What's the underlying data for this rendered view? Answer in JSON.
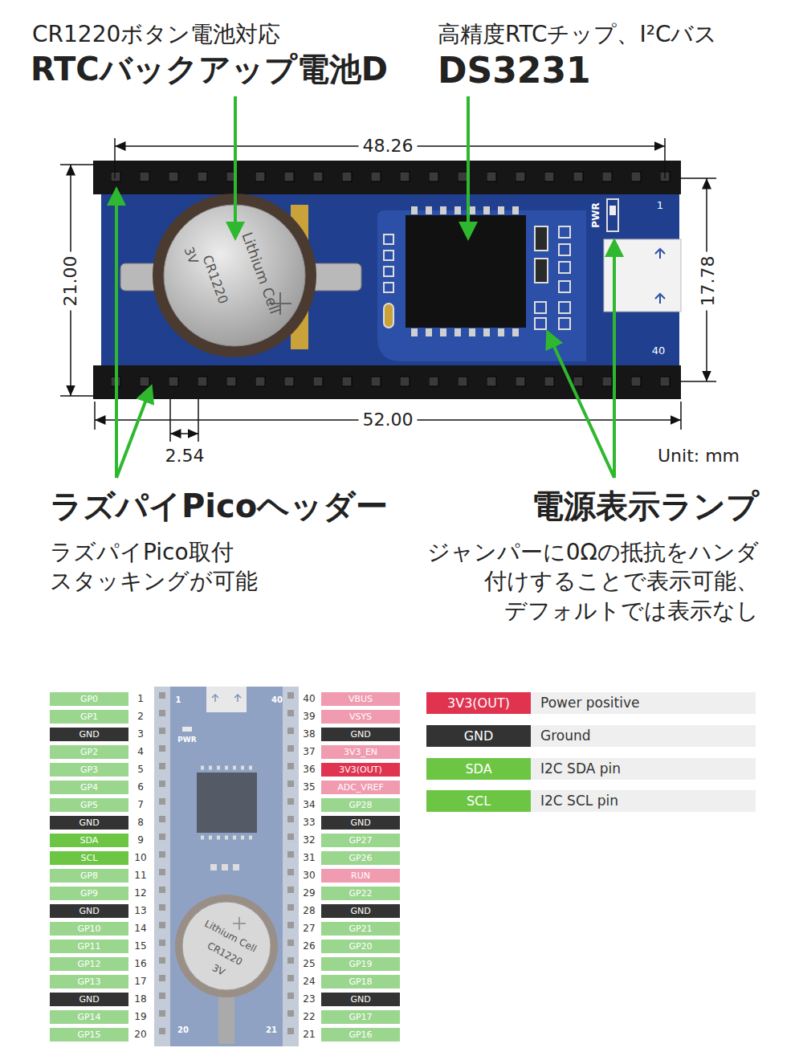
{
  "diagram": {
    "nodes": [
      {
        "text": [
          "GP0",
          "1"
        ]
      },
      {
        "text": [
          "GP1",
          "2"
        ]
      },
      {
        "text": [
          "GND",
          "3"
        ]
      },
      {
        "text": [
          "GP2",
          "4"
        ]
      },
      {
        "text": [
          "GP3",
          "5"
        ]
      },
      {
        "text": [
          "GP4",
          "6"
        ]
      },
      {
        "text": [
          "GP5",
          "7"
        ]
      },
      {
        "text": [
          "GND",
          "8"
        ]
      },
      {
        "text": [
          "SDA",
          "9"
        ]
      },
      {
        "text": [
          "SCL",
          "10"
        ]
      },
      {
        "text": [
          "GP8",
          "11"
        ]
      },
      {
        "text": [
          "GP9",
          "12"
        ]
      },
      {
        "text": [
          "GND",
          "13"
        ]
      },
      {
        "text": [
          "GP10",
          "14"
        ]
      },
      {
        "text": [
          "GP11",
          "15"
        ]
      },
      {
        "text": [
          "GP12",
          "16"
        ]
      },
      {
        "text": [
          "GP13",
          "17"
        ]
      },
      {
        "text": [
          "GND",
          "18"
        ]
      },
      {
        "text": [
          "GP14",
          "19"
        ]
      },
      {
        "text": [
          "GP15",
          "20"
        ]
      },
      {
        "text": [
          "VBUS",
          "40"
        ]
      },
      {
        "text": [
          "VSYS",
          "39"
        ]
      },
      {
        "text": [
          "GND",
          "38"
        ]
      },
      {
        "text": [
          "3V3_EN",
          "37"
        ]
      },
      {
        "text": [
          "3V3(OUT)",
          "36"
        ]
      },
      {
        "text": [
          "ADC_VREF",
          "35"
        ]
      },
      {
        "text": [
          "GP28",
          "34"
        ]
      },
      {
        "text": [
          "GND",
          "33"
        ]
      },
      {
        "text": [
          "GP27",
          "32"
        ]
      },
      {
        "text": [
          "GP26",
          "31"
        ]
      },
      {
        "text": [
          "RUN",
          "30"
        ]
      },
      {
        "text": [
          "GP22",
          "29"
        ]
      },
      {
        "text": [
          "GND",
          "28"
        ]
      },
      {
        "text": [
          "GP21",
          "27"
        ]
      },
      {
        "text": [
          "GP20",
          "26"
        ]
      },
      {
        "text": [
          "GP19",
          "25"
        ]
      },
      {
        "text": [
          "GP18",
          "24"
        ]
      },
      {
        "text": [
          "GND",
          "23"
        ]
      },
      {
        "text": [
          "GP17",
          "22"
        ]
      },
      {
        "text": [
          "GP16",
          "21"
        ]
      }
    ],
    "labels": [
      "CR1220ボタン電池対応",
      "RTCバックアップ電池D",
      "高精度RTCチップ、I²Cバス",
      "DS3231",
      "48.26",
      "21.00",
      "17.78",
      "52.00",
      "2.54",
      "Unit: mm",
      "Lithium Cell",
      "CR1220",
      "3V",
      "PWR",
      "1",
      "40",
      "ラズパイPicoヘッダー",
      "ラズパイPico取付 スタッキングが可能",
      "電源表示ランプ",
      "ジャンパーに0Ωの抵抗をハンダ 付けすることで表示可能、 デフォルトでは表示なし",
      "1",
      "40",
      "PWR",
      "Lithium Cell",
      "CR1220",
      "3V",
      "20",
      "21",
      "3V3(OUT)",
      "GND",
      "SDA",
      "SCL"
    ],
    "legend": [
      {
        "text": "Power positive",
        "color": "#e0334f"
      },
      {
        "text": "Ground",
        "color": "#333333"
      },
      {
        "text": "I2C SDA pin",
        "color": "#6cc644"
      },
      {
        "text": "I2C SCL pin",
        "color": "#6cc644"
      }
    ]
  }
}
